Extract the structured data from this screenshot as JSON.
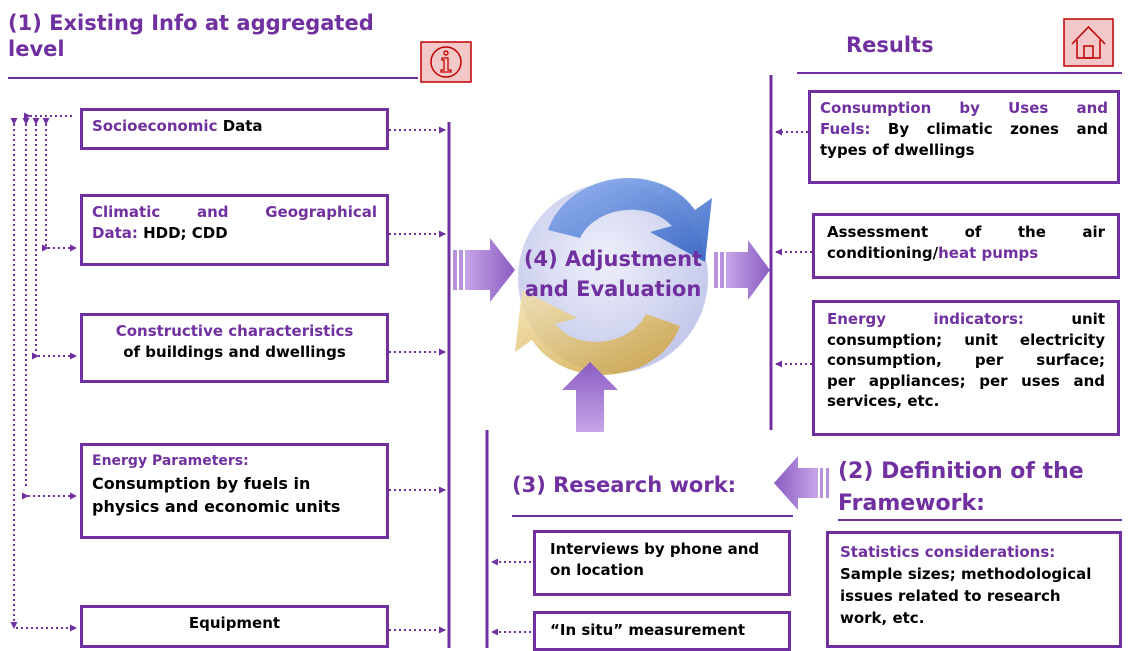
{
  "titles": {
    "existing_info": "(1) Existing Info at aggregated level",
    "results": "Results",
    "center": [
      "(4) Adjustment",
      "and Evaluation"
    ],
    "research": "(3) Research work:",
    "definition": "(2) Definition of the Framework:"
  },
  "left_boxes": {
    "socio": {
      "p": "Socioeconomic",
      "k": " Data"
    },
    "climatic": {
      "p1": "Climatic and Geographical",
      "p2": "Data:",
      "k": " HDD; CDD"
    },
    "constructive": {
      "p": "Constructive characteristics",
      "k": "of buildings and dwellings"
    },
    "energy_params": {
      "p": "Energy Parameters:",
      "k": "Consumption by fuels in physics and economic units"
    },
    "equipment": {
      "k": "Equipment"
    }
  },
  "result_boxes": {
    "consumption": {
      "p1": "Consumption by Uses and",
      "p2": "Fuels:",
      "k": " By climatic zones and types of dwellings"
    },
    "assessment": {
      "k1": "Assessment of the air",
      "k2": "conditioning/",
      "p": "heat pumps"
    },
    "indicators": {
      "p": "Energy indicators:",
      "k1": " unit",
      "lines": [
        "consumption; unit electricity",
        "consumption, per surface;",
        "per appliances; per uses and"
      ],
      "last": "services, etc."
    }
  },
  "research_boxes": {
    "interviews": "Interviews by phone and on location",
    "in_situ": "“In situ” measurement"
  },
  "statistics": {
    "p": "Statistics considerations:",
    "k": "Sample sizes; methodological issues related to research work, etc."
  },
  "icons": [
    "info-icon",
    "home-icon",
    "cycle-arrows-icon"
  ],
  "colors": {
    "accent": "#7030a0",
    "arrow_fill": "#9a6fc9",
    "circle": "#cfd2ef",
    "icon_bg": "#f4c8c8",
    "icon_border": "#c00000"
  }
}
